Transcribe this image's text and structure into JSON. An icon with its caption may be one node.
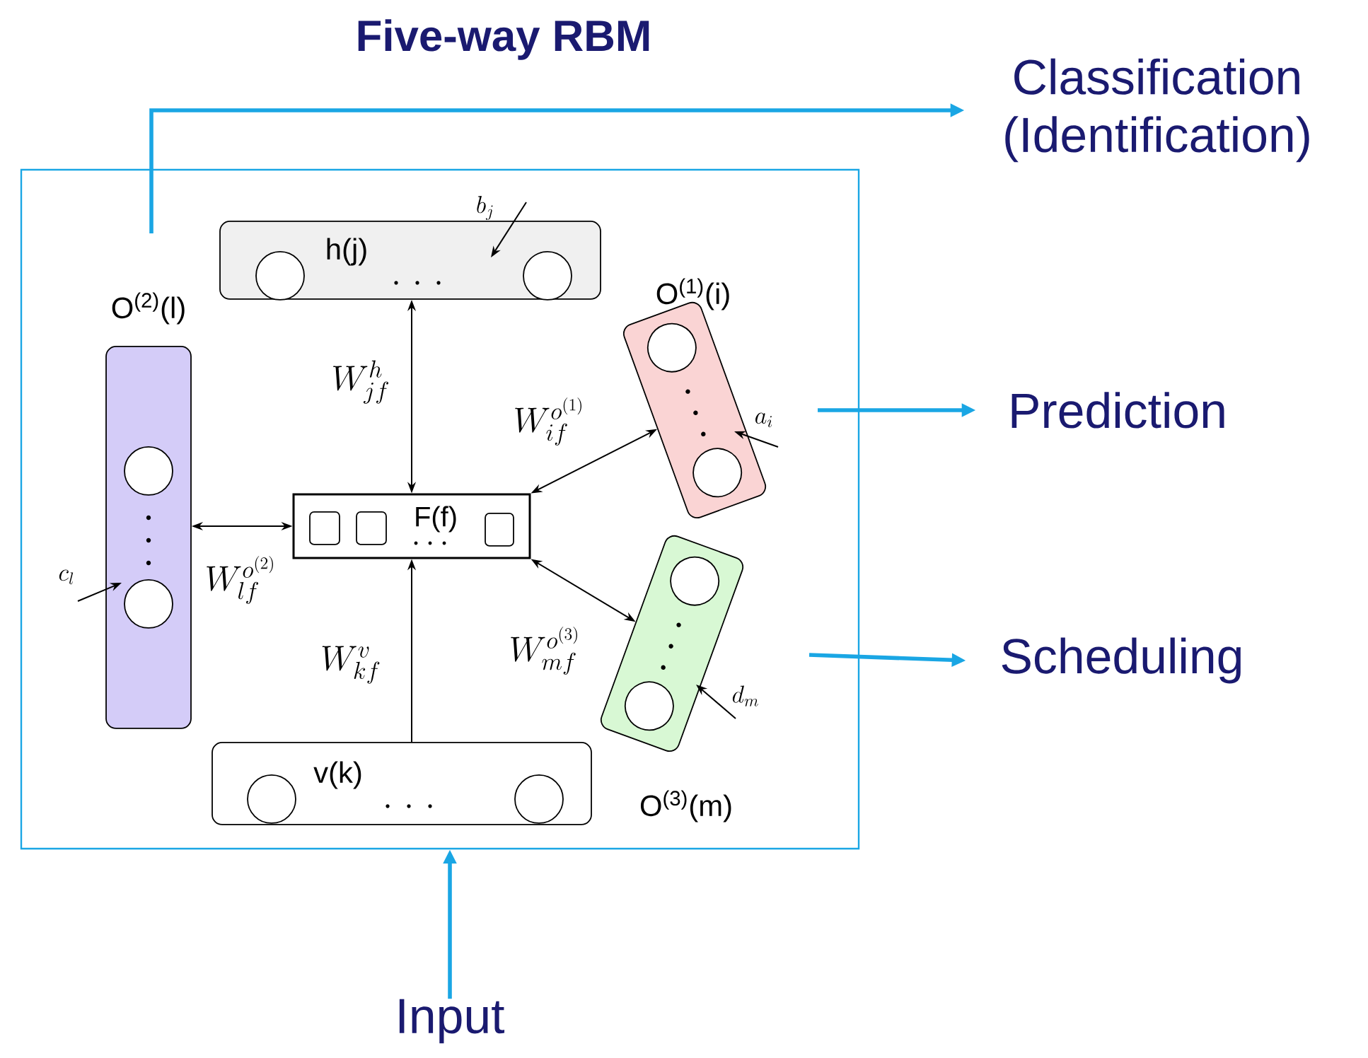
{
  "diagram": {
    "title": "Five-way RBM",
    "nodes": [
      {
        "text": [],
        "shape": "box"
      },
      {
        "text": [
          "h(j)"
        ],
        "in": 0
      },
      {
        "text": [
          "O$^{(2)}$(l)"
        ],
        "in": 0
      },
      {
        "text": [
          "F(f)"
        ],
        "in": 0
      },
      {
        "text": [
          "O$^{(1)}$(i)"
        ],
        "in": 0
      },
      {
        "text": [
          "O$^{(3)}$(m)"
        ],
        "in": 0
      },
      {
        "text": [
          "v(k)"
        ],
        "in": 0
      },
      {
        "text": [
          "Classification (Identification)"
        ]
      },
      {
        "text": [
          "Prediction"
        ]
      },
      {
        "text": [
          "Scheduling"
        ]
      },
      {
        "text": [
          "Input"
        ]
      }
    ],
    "edges": [
      {
        "from": 1,
        "to": 3,
        "arrow": "both",
        "label": "W^{h}_{jf}"
      },
      {
        "from": 3,
        "to": 4,
        "arrow": "both",
        "label": "W^{o^{(1)}}_{if}"
      },
      {
        "from": 3,
        "to": 2,
        "arrow": "both",
        "label": "W^{o^{(2)}}_{lf}"
      },
      {
        "from": 3,
        "to": 5,
        "arrow": "both",
        "label": "W^{o^{(3)}}_{mf}"
      },
      {
        "from": 6,
        "to": 3,
        "arrow": "to",
        "label": "W^{v}_{kf}"
      },
      {
        "from": null,
        "to": 1,
        "arrow": "to",
        "label": "b_{j}"
      },
      {
        "from": null,
        "to": 4,
        "arrow": "to",
        "label": "a_{i}"
      },
      {
        "from": null,
        "to": 2,
        "arrow": "to",
        "label": "c_{l}"
      },
      {
        "from": null,
        "to": 5,
        "arrow": "to",
        "label": "d_{m}"
      },
      {
        "from": null,
        "to": 7,
        "arrow": "to",
        "style": "thick",
        "color": "#1aa6e4"
      },
      {
        "from": null,
        "to": 8,
        "arrow": "to",
        "style": "thick",
        "color": "#1aa6e4"
      },
      {
        "from": null,
        "to": 9,
        "arrow": "to",
        "style": "thick",
        "color": "#1aa6e4"
      },
      {
        "from": 10,
        "to": 0,
        "arrow": "to",
        "style": "thick",
        "color": "#1aa6e4"
      }
    ]
  }
}
